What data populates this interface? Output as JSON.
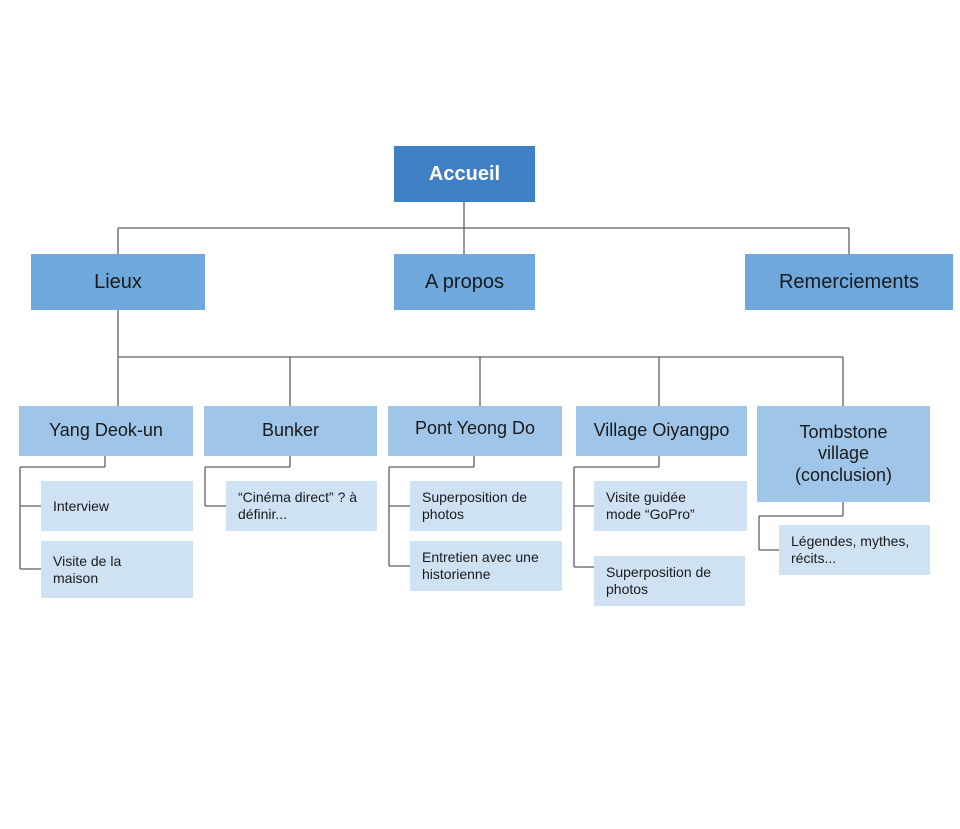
{
  "root": {
    "label": "Accueil"
  },
  "sections": {
    "lieux": "Lieux",
    "apropos": "A propos",
    "remerciements": "Remerciements"
  },
  "places": [
    {
      "label": "Yang Deok-un",
      "items": [
        "Interview",
        "Visite de la maison"
      ]
    },
    {
      "label": "Bunker",
      "items": [
        "“Cinéma direct” ? à définir..."
      ]
    },
    {
      "label": "Pont Yeong Do",
      "items": [
        "Superposition de photos",
        "Entretien avec une historienne"
      ]
    },
    {
      "label": "Village Oiyangpo",
      "items": [
        "Visite guidée mode “GoPro”",
        "Superposition de photos"
      ]
    },
    {
      "label": "Tombstone village (conclusion)",
      "items": [
        "Légendes, mythes, récits..."
      ]
    }
  ]
}
